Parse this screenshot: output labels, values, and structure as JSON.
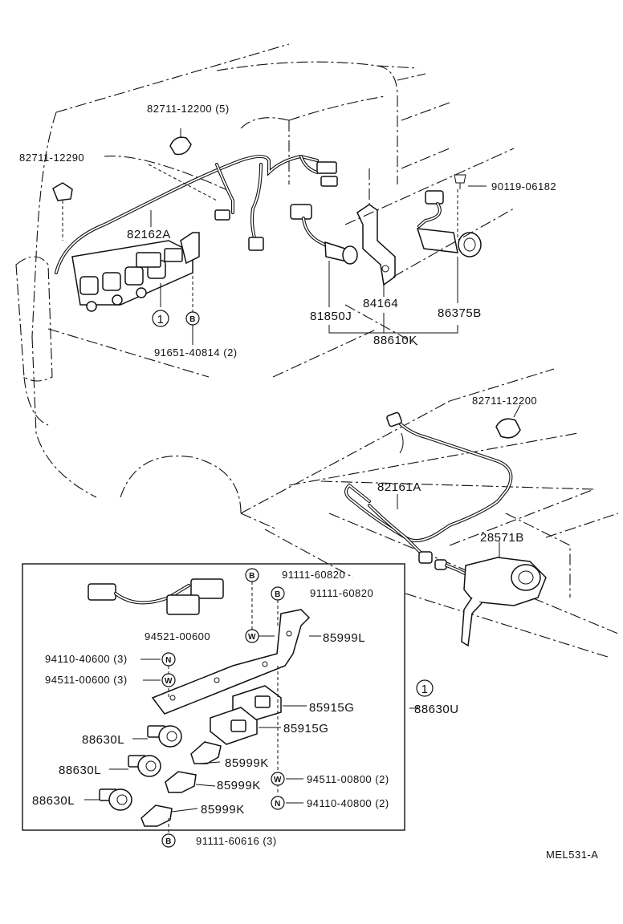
{
  "diagram": {
    "code": "MEL531-A",
    "callout_number": "1",
    "part_labels": {
      "clamp_top": "82711-12200 (5)",
      "clamp_left": "82711-12290",
      "harness_a": "82162A",
      "bolt_qty": "91651-40814 (2)",
      "screw_right": "90119-06182",
      "sensor_j": "81850J",
      "bracket": "84164",
      "switch_b": "86375B",
      "assembly_k": "88610K",
      "clamp_right": "82711-12200",
      "harness_rear": "82161A",
      "actuator": "28571B",
      "bolt_b1": "91111-60820",
      "bolt_b2": "91111-60820",
      "washer_w": "94521-00600",
      "bracket_l": "85999L",
      "nut_n": "94110-40600 (3)",
      "washer_w2": "94511-00600 (3)",
      "relay_g1": "85915G",
      "relay_g2": "85915G",
      "assembly_u": "88630U",
      "relay_l1": "88630L",
      "relay_l2": "88630L",
      "relay_l3": "88630L",
      "clip_k1": "85999K",
      "clip_k2": "85999K",
      "clip_k3": "85999K",
      "washer_800": "94511-00800 (2)",
      "nut_800": "94110-40800 (2)",
      "bolt_616": "91111-60616 (3)"
    },
    "symbols": {
      "bolt": "B",
      "washer": "W",
      "nut": "N"
    }
  }
}
